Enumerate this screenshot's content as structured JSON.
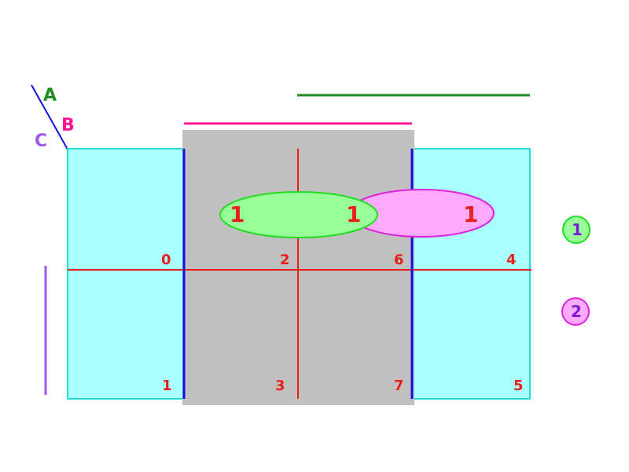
{
  "variables": {
    "a": {
      "label": "A",
      "color": "#228b22"
    },
    "b": {
      "label": "B",
      "color": "#ff1493"
    },
    "c": {
      "label": "C",
      "color": "#9b59f0"
    }
  },
  "map": {
    "cell_numbers_top": [
      "0",
      "2",
      "6",
      "4"
    ],
    "cell_numbers_bottom": [
      "1",
      "3",
      "7",
      "5"
    ],
    "ones": [
      "1",
      "1",
      "1"
    ]
  },
  "groups": [
    {
      "label": "1",
      "color": "#99ff99",
      "stroke": "#22dd22"
    },
    {
      "label": "2",
      "color": "#ffaaff",
      "stroke": "#dd22dd"
    }
  ],
  "colors": {
    "cell_fill": "#aaffff",
    "cell_border": "#22dddd",
    "shaded": "#c0c0c0",
    "grid_red": "#e8201c",
    "grid_blue": "#1010dd"
  }
}
